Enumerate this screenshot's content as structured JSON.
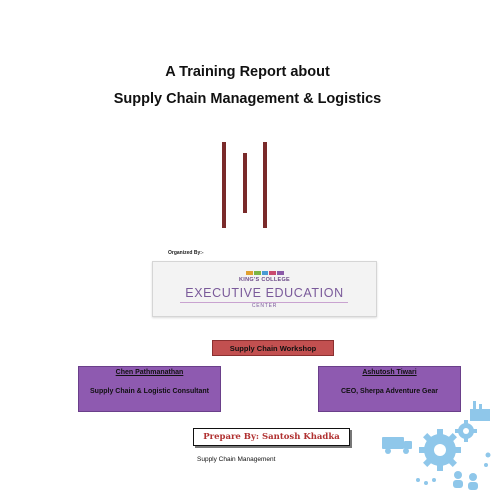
{
  "title": {
    "line1": "A Training Report about",
    "line2": "Supply Chain Management & Logistics"
  },
  "organizer": {
    "label": "Organized By:-",
    "logo": {
      "top": "KING'S COLLEGE",
      "main": "EXECUTIVE EDUCATION",
      "bottom": "CENTER",
      "stripe_colors": [
        "#e0a030",
        "#7db544",
        "#4a9bd4",
        "#c94a6e",
        "#8b5aa8"
      ]
    }
  },
  "workshop": {
    "label": "Supply Chain Workshop"
  },
  "speakers": [
    {
      "name": "Chen Pathmanathan",
      "role": "Supply Chain & Logistic Consultant"
    },
    {
      "name": "Ashutosh Tiwari",
      "role": "CEO, Sherpa Adventure Gear"
    }
  ],
  "prepared_by": "Prepare By: Santosh Khadka",
  "footer": "Supply Chain Management",
  "colors": {
    "bar": "#7a2a2a",
    "workshop_bg": "#c25050",
    "speaker_bg": "#8e5ab0",
    "prepare_text": "#b03030",
    "illustration": "#8fc7ea"
  },
  "illustration": {
    "icon": "supply-chain-gears-icon"
  }
}
